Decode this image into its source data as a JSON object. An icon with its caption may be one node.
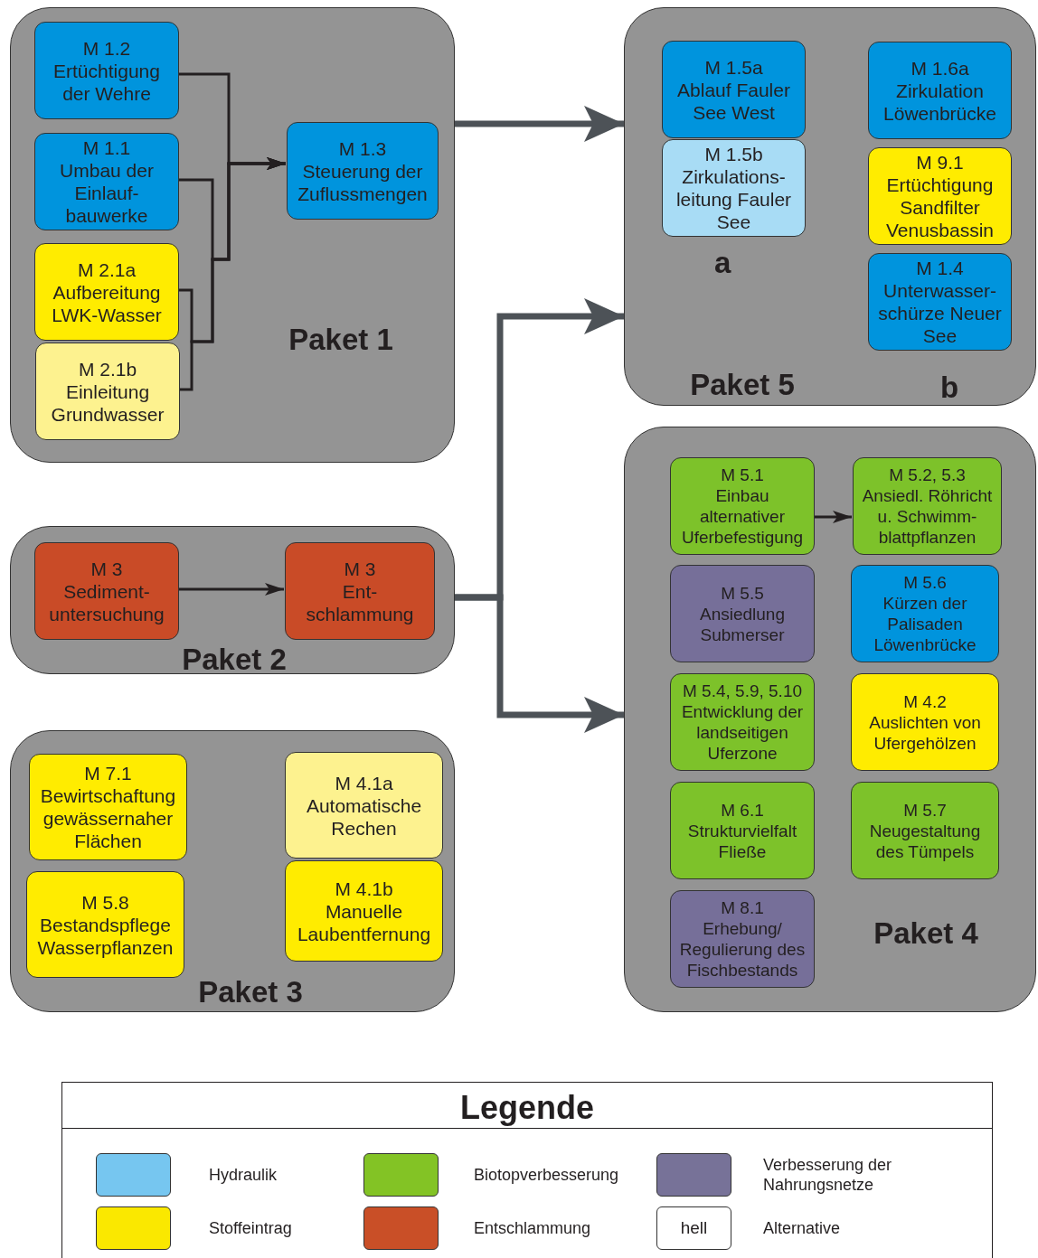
{
  "diagram": {
    "nodes": [
      {
        "text": [
          "Paket 1"
        ]
      },
      {
        "text": [
          "M 1.2",
          "Ertüchtigung der Wehre"
        ],
        "in": 0
      },
      {
        "text": [
          "M 1.1",
          "Umbau der Einlauf- bauwerke"
        ],
        "in": 0
      },
      {
        "text": [
          "M 2.1a",
          "Aufbereitung LWK-Wasser"
        ],
        "in": 0
      },
      {
        "text": [
          "M 2.1b",
          "Einleitung Grundwasser"
        ],
        "in": 0
      },
      {
        "text": [
          "M 1.3",
          "Steuerung der Zuflussmengen"
        ],
        "in": 0
      },
      {
        "text": [
          "Paket 2"
        ]
      },
      {
        "text": [
          "M 3",
          "Sediment- untersuchung"
        ],
        "in": 6
      },
      {
        "text": [
          "M 3",
          "Ent- schlammung"
        ],
        "in": 6
      },
      {
        "text": [
          "Paket 3"
        ]
      },
      {
        "text": [
          "M 7.1",
          "Bewirtschaftung gewässernaher Flächen"
        ],
        "in": 9
      },
      {
        "text": [
          "M 5.8",
          "Bestandspflege Wasserpflanzen"
        ],
        "in": 9
      },
      {
        "text": [
          "M 4.1a",
          "Automatische Rechen"
        ],
        "in": 9
      },
      {
        "text": [
          "M 4.1b",
          "Manuelle Laubentfernung"
        ],
        "in": 9
      },
      {
        "text": [
          "Paket 5"
        ]
      },
      {
        "text": [
          "M 1.5a",
          "Ablauf Fauler See West"
        ],
        "in": 14
      },
      {
        "text": [
          "M 1.5b",
          "Zirkulations- leitung Fauler See"
        ],
        "in": 14
      },
      {
        "text": [
          "M 1.6a",
          "Zirkulation Löwenbrücke"
        ],
        "in": 14
      },
      {
        "text": [
          "M 9.1",
          "Ertüchtigung Sandfilter Venusbassin"
        ],
        "in": 14
      },
      {
        "text": [
          "M 1.4",
          "Unterwasser- schürze Neuer See"
        ],
        "in": 14
      },
      {
        "text": [
          "Paket 4"
        ]
      },
      {
        "text": [
          "M 5.1",
          "Einbau alternativer Uferbefestigung"
        ],
        "in": 20
      },
      {
        "text": [
          "M 5.2, 5.3",
          "Ansiedl. Röhricht u. Schwimm- blattpflanzen"
        ],
        "in": 20
      },
      {
        "text": [
          "M 5.5",
          "Ansiedlung Submerser"
        ],
        "in": 20
      },
      {
        "text": [
          "M 5.6",
          "Kürzen der Palisaden Löwenbrücke"
        ],
        "in": 20
      },
      {
        "text": [
          "M 5.4, 5.9, 5.10",
          "Entwicklung der landseitigen Uferzone"
        ],
        "in": 20
      },
      {
        "text": [
          "M 4.2",
          "Auslichten von Ufergehölzen"
        ],
        "in": 20
      },
      {
        "text": [
          "M 6.1",
          "Strukturvielfalt Fließe"
        ],
        "in": 20
      },
      {
        "text": [
          "M 5.7",
          "Neugestaltung des Tümpels"
        ],
        "in": 20
      },
      {
        "text": [
          "M 8.1",
          "Erhebung/ Regulierung des Fischbestands"
        ],
        "in": 20
      }
    ],
    "edges": [
      {
        "from": 1,
        "to": 5,
        "arrow": "to"
      },
      {
        "from": 2,
        "to": 5,
        "arrow": "to"
      },
      {
        "from": 3,
        "to": 5,
        "arrow": "to"
      },
      {
        "from": 4,
        "to": 5,
        "arrow": "to"
      },
      {
        "from": 0,
        "to": 14,
        "arrow": "to",
        "style": "thick",
        "color": "#4d5257"
      },
      {
        "from": 7,
        "to": 8,
        "arrow": "to"
      },
      {
        "from": 6,
        "to": 14,
        "arrow": "to",
        "style": "thick",
        "color": "#4d5257"
      },
      {
        "from": 6,
        "to": 20,
        "arrow": "to",
        "style": "thick",
        "color": "#4d5257"
      },
      {
        "from": 21,
        "to": 22,
        "arrow": "to"
      }
    ],
    "labels": [
      "a",
      "b",
      "Legende",
      "hell"
    ],
    "legend": [
      {
        "text": "Hydraulik",
        "color": "#76c6f0"
      },
      {
        "text": "Biotopverbesserung",
        "color": "#83c325"
      },
      {
        "text": "Verbesserung der Nahrungsnetze",
        "color": "#777298"
      },
      {
        "text": "Stoffeintrag",
        "color": "#fae800"
      },
      {
        "text": "Entschlammung",
        "color": "#c94f27"
      },
      {
        "text": "Alternative"
      }
    ]
  }
}
